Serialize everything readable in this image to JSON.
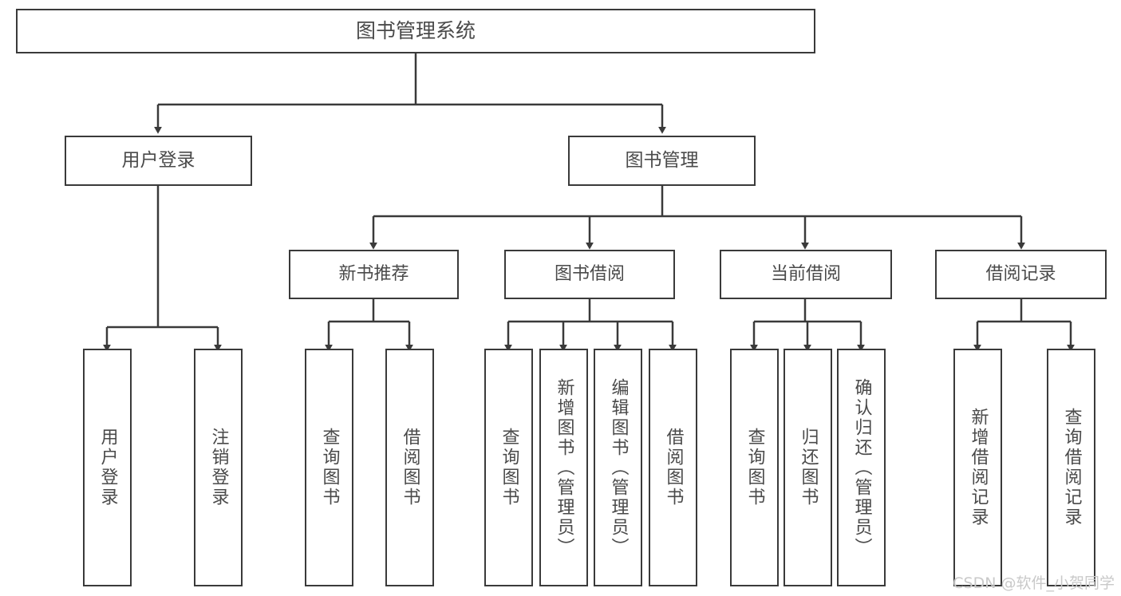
{
  "diagram": {
    "title": "图书管理系统",
    "type": "tree",
    "root": {
      "id": "root",
      "label": "图书管理系统"
    },
    "level2": [
      {
        "id": "user-login",
        "label": "用户登录"
      },
      {
        "id": "book-management",
        "label": "图书管理"
      }
    ],
    "level3": [
      {
        "id": "new-book-recommend",
        "label": "新书推荐",
        "parent": "book-management"
      },
      {
        "id": "book-borrow",
        "label": "图书借阅",
        "parent": "book-management"
      },
      {
        "id": "current-borrow",
        "label": "当前借阅",
        "parent": "book-management"
      },
      {
        "id": "borrow-record",
        "label": "借阅记录",
        "parent": "book-management"
      }
    ],
    "leaves": [
      {
        "id": "leaf-user-login",
        "label": "用户登录",
        "parent": "user-login"
      },
      {
        "id": "leaf-logout",
        "label": "注销登录",
        "parent": "user-login"
      },
      {
        "id": "leaf-query-book-1",
        "label": "查询图书",
        "parent": "new-book-recommend"
      },
      {
        "id": "leaf-borrow-book-1",
        "label": "借阅图书",
        "parent": "new-book-recommend"
      },
      {
        "id": "leaf-query-book-2",
        "label": "查询图书",
        "parent": "book-borrow"
      },
      {
        "id": "leaf-add-book",
        "label": "新增图书（管理员）",
        "parent": "book-borrow"
      },
      {
        "id": "leaf-edit-book",
        "label": "编辑图书（管理员）",
        "parent": "book-borrow"
      },
      {
        "id": "leaf-borrow-book-2",
        "label": "借阅图书",
        "parent": "book-borrow"
      },
      {
        "id": "leaf-query-book-3",
        "label": "查询图书",
        "parent": "current-borrow"
      },
      {
        "id": "leaf-return-book",
        "label": "归还图书",
        "parent": "current-borrow"
      },
      {
        "id": "leaf-confirm-return",
        "label": "确认归还（管理员）",
        "parent": "current-borrow"
      },
      {
        "id": "leaf-add-record",
        "label": "新增借阅记录",
        "parent": "borrow-record"
      },
      {
        "id": "leaf-query-record",
        "label": "查询借阅记录",
        "parent": "borrow-record"
      }
    ]
  },
  "watermark": {
    "text": "CSDN @软件_小贺同学"
  },
  "colors": {
    "stroke": "#3a3a3a",
    "text": "#4a4a4a",
    "background": "#ffffff",
    "watermark": "#c9c9c9"
  }
}
